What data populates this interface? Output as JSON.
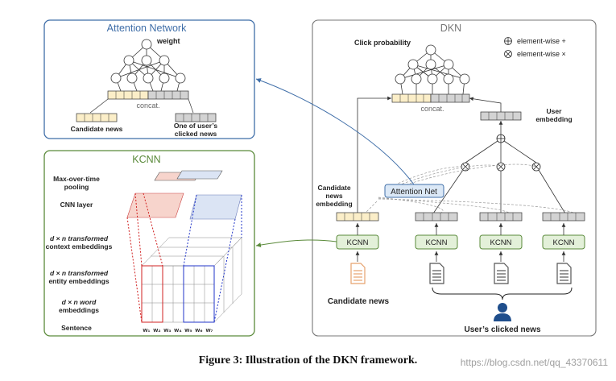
{
  "attention_network": {
    "title": "Attention Network",
    "weight_label": "weight",
    "concat_label": "concat.",
    "candidate_label": "Candidate news",
    "clicked_label_line1": "One of user’s",
    "clicked_label_line2": "clicked news"
  },
  "kcnn": {
    "title": "KCNN",
    "pooling_line1": "Max-over-time",
    "pooling_line2": "pooling",
    "cnn_layer": "CNN layer",
    "context_line1": "d × n transformed",
    "context_line2": "context embeddings",
    "entity_line1": "d × n transformed",
    "entity_line2": "entity embeddings",
    "word_line1": "d × n word",
    "word_line2": "embeddings",
    "sentence_label": "Sentence",
    "words": [
      "w₁",
      "w₂",
      "w₃",
      "w₄",
      "w₅",
      "w₆",
      "w₇"
    ]
  },
  "dkn": {
    "title": "DKN",
    "click_probability": "Click probability",
    "legend_plus": "element-wise +",
    "legend_times": "element-wise ×",
    "concat_label": "concat.",
    "user_embedding_line1": "User",
    "user_embedding_line2": "embedding",
    "attention_net": "Attention Net",
    "candidate_embedding_line1": "Candidate",
    "candidate_embedding_line2": "news",
    "candidate_embedding_line3": "embedding",
    "kcnn_label": "KCNN",
    "candidate_news": "Candidate news",
    "users_clicked_news": "User’s clicked news"
  },
  "caption": "Figure 3: Illustration of the DKN framework.",
  "watermark": "https://blog.csdn.net/qq_43370611",
  "colors": {
    "blue_frame": "#3f6ea8",
    "green_frame": "#5a8a3a",
    "cand_fill": "#fbeec8",
    "user_fill": "#d3d3d3",
    "kcnn_fill": "#e3f0d9",
    "attn_fill": "#dbe8f6",
    "doc_orange": "#e6a26e",
    "user_icon": "#1f4e8c",
    "red": "#d02020",
    "blue": "#2034c8"
  }
}
